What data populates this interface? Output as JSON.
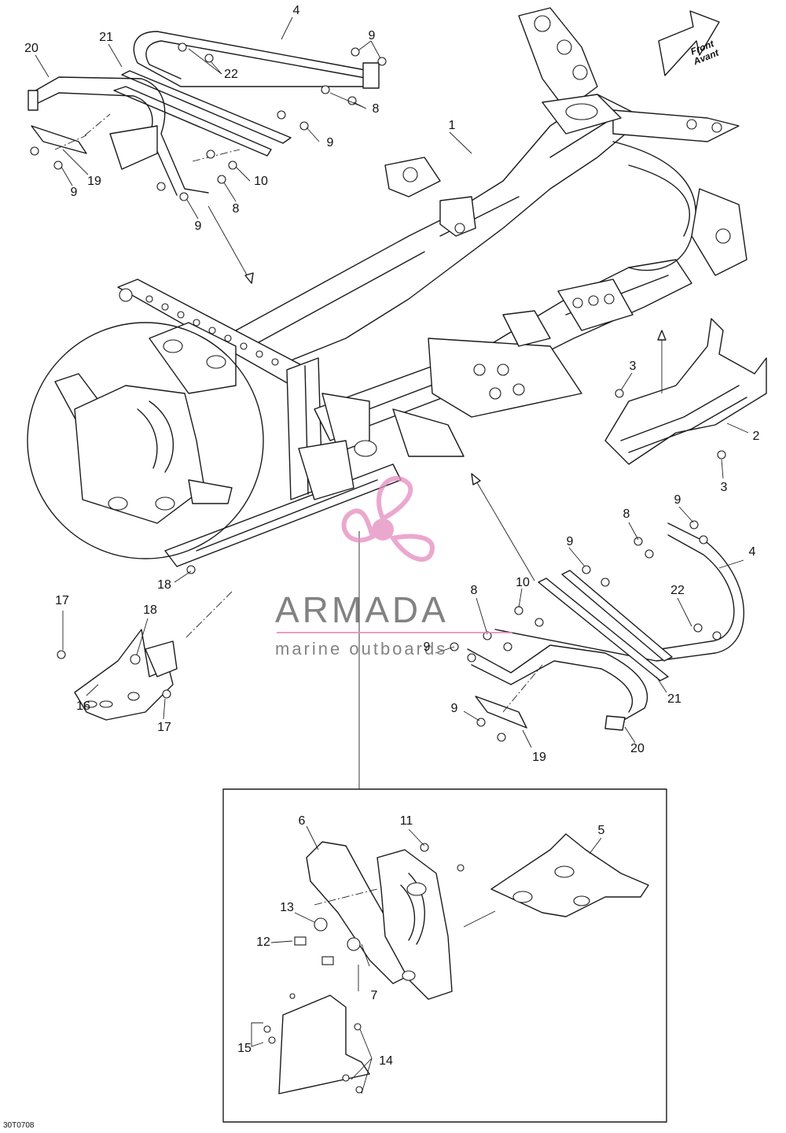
{
  "figure_code": "30T0708",
  "front_indicator": {
    "line1": "Front",
    "line2": "Avant"
  },
  "watermark": {
    "name": "ARMADA",
    "tagline": "marine outboards",
    "brand_color": "#e58bc0"
  },
  "callouts": [
    {
      "id": "c-4-top",
      "label": "4"
    },
    {
      "id": "c-20-top",
      "label": "20"
    },
    {
      "id": "c-21-top",
      "label": "21"
    },
    {
      "id": "c-9-a",
      "label": "9"
    },
    {
      "id": "c-22-top",
      "label": "22"
    },
    {
      "id": "c-8-top",
      "label": "8"
    },
    {
      "id": "c-9-b",
      "label": "9"
    },
    {
      "id": "c-1",
      "label": "1"
    },
    {
      "id": "c-10-top",
      "label": "10"
    },
    {
      "id": "c-19-top",
      "label": "19"
    },
    {
      "id": "c-9-c",
      "label": "9"
    },
    {
      "id": "c-8-mid",
      "label": "8"
    },
    {
      "id": "c-9-d",
      "label": "9"
    },
    {
      "id": "c-3-a",
      "label": "3"
    },
    {
      "id": "c-2",
      "label": "2"
    },
    {
      "id": "c-3-b",
      "label": "3"
    },
    {
      "id": "c-9-e",
      "label": "9"
    },
    {
      "id": "c-8-right",
      "label": "8"
    },
    {
      "id": "c-4-right",
      "label": "4"
    },
    {
      "id": "c-9-f",
      "label": "9"
    },
    {
      "id": "c-10-right",
      "label": "10"
    },
    {
      "id": "c-8-low",
      "label": "8"
    },
    {
      "id": "c-22-right",
      "label": "22"
    },
    {
      "id": "c-9-g",
      "label": "9"
    },
    {
      "id": "c-21-right",
      "label": "21"
    },
    {
      "id": "c-9-h",
      "label": "9"
    },
    {
      "id": "c-19-right",
      "label": "19"
    },
    {
      "id": "c-20-right",
      "label": "20"
    },
    {
      "id": "c-17-a",
      "label": "17"
    },
    {
      "id": "c-18-a",
      "label": "18"
    },
    {
      "id": "c-18-b",
      "label": "18"
    },
    {
      "id": "c-16",
      "label": "16"
    },
    {
      "id": "c-17-b",
      "label": "17"
    },
    {
      "id": "c-6",
      "label": "6"
    },
    {
      "id": "c-11",
      "label": "11"
    },
    {
      "id": "c-5",
      "label": "5"
    },
    {
      "id": "c-13",
      "label": "13"
    },
    {
      "id": "c-12",
      "label": "12"
    },
    {
      "id": "c-7",
      "label": "7"
    },
    {
      "id": "c-15",
      "label": "15"
    },
    {
      "id": "c-14",
      "label": "14"
    }
  ]
}
